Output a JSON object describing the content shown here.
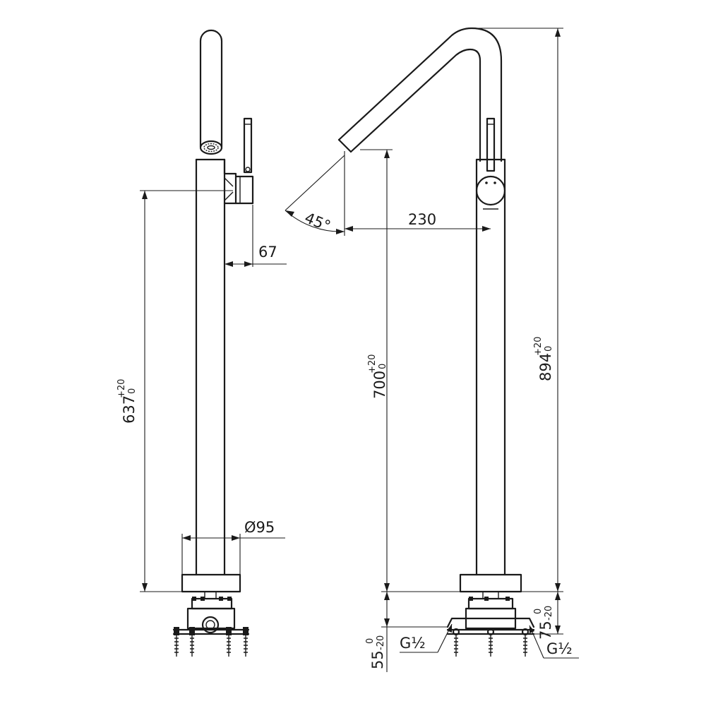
{
  "dimensions": {
    "handle_offset": "67",
    "left_height": "637",
    "left_height_tol_upper": "+20",
    "left_height_tol_lower": "0",
    "base_diameter": "Ø95",
    "spout_angle": "45°",
    "spout_reach": "230",
    "spout_height": "700",
    "spout_height_tol_upper": "+20",
    "spout_height_tol_lower": "0",
    "overall_height": "894",
    "overall_height_tol_upper": "+20",
    "overall_height_tol_lower": "0",
    "rough_in_left": "55",
    "rough_in_left_tol_upper": "0",
    "rough_in_left_tol_lower": "-20",
    "rough_in_right": "75",
    "rough_in_right_tol_upper": "0",
    "rough_in_right_tol_lower": "-20",
    "thread_left": "G½",
    "thread_right": "G½"
  }
}
